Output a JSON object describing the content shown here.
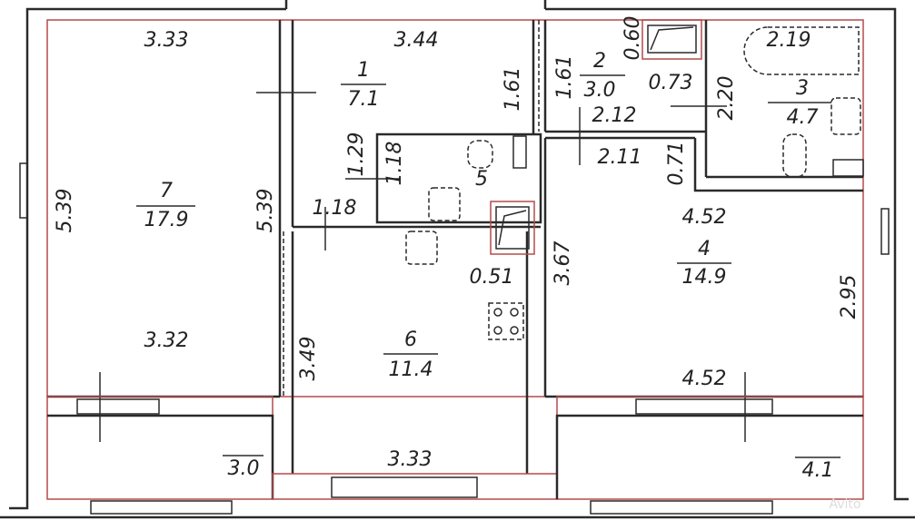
{
  "rooms": [
    {
      "number": "1",
      "area": "7.1"
    },
    {
      "number": "2",
      "area": "3.0"
    },
    {
      "number": "3",
      "area": "4.7"
    },
    {
      "number": "4",
      "area": "14.9"
    },
    {
      "number": "5"
    },
    {
      "number": "6",
      "area": "11.4"
    },
    {
      "number": "7",
      "area": "17.9"
    }
  ],
  "balconies": [
    "3.0",
    "4.1"
  ],
  "dimensions": {
    "r7_top": "3.33",
    "r7_left": "5.39",
    "r7_right": "5.39",
    "r7_bottom": "3.32",
    "r1_top": "3.44",
    "r1_right": "1.61",
    "r1_129": "1.29",
    "r5_118v": "1.18",
    "r1_118h": "1.18",
    "r2_left": "1.61",
    "r2_060": "0.60",
    "r2_073": "0.73",
    "r2_bottom": "2.12",
    "r3_left": "2.20",
    "r3_bath": "2.19",
    "r4_top_small": "2.11",
    "r4_071": "0.71",
    "r4_top": "4.52",
    "r4_left": "3.67",
    "r4_right": "2.95",
    "r4_bottom": "4.52",
    "r6_051": "0.51",
    "r6_left": "3.49",
    "r6_bottom": "3.33"
  },
  "watermark": "Avito"
}
